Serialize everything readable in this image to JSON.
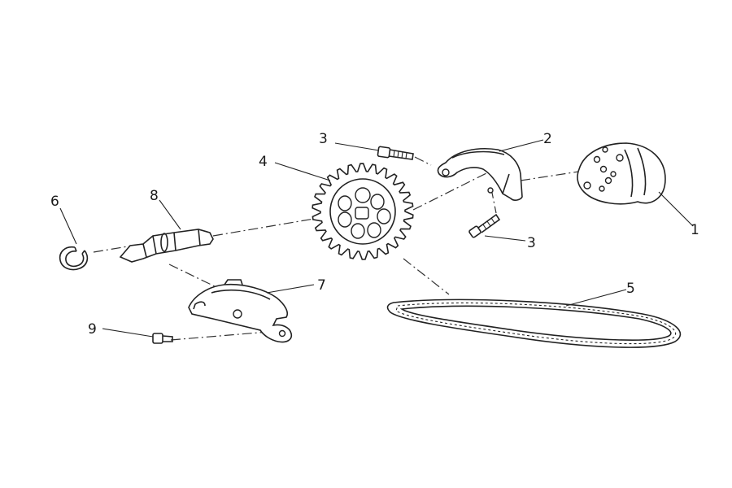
{
  "diagram": {
    "parts": [
      {
        "id": "p1",
        "number": "1",
        "icon": "oil-pump-cover-icon"
      },
      {
        "id": "p2",
        "number": "2",
        "icon": "chain-guide-upper-icon"
      },
      {
        "id": "p3a",
        "number": "3",
        "icon": "bolt-icon"
      },
      {
        "id": "p3b",
        "number": "3",
        "icon": "bolt-icon"
      },
      {
        "id": "p4",
        "number": "4",
        "icon": "sprocket-icon"
      },
      {
        "id": "p5",
        "number": "5",
        "icon": "drive-chain-icon"
      },
      {
        "id": "p6",
        "number": "6",
        "icon": "circlip-icon"
      },
      {
        "id": "p7",
        "number": "7",
        "icon": "chain-guide-lower-icon"
      },
      {
        "id": "p8",
        "number": "8",
        "icon": "shaft-icon"
      },
      {
        "id": "p9",
        "number": "9",
        "icon": "bolt-icon"
      }
    ]
  }
}
